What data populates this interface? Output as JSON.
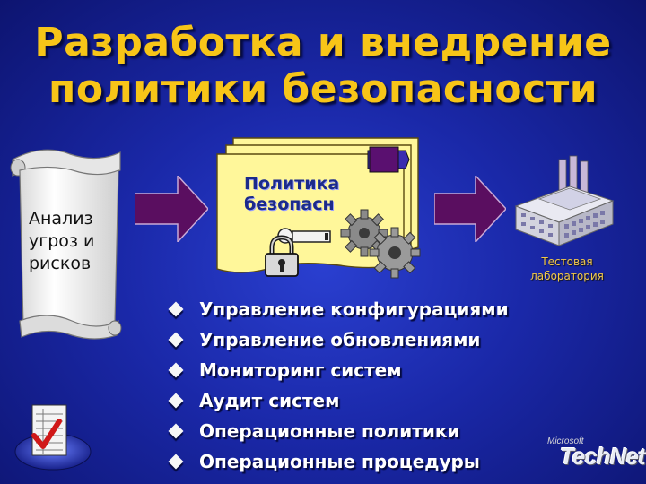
{
  "slide": {
    "title_line1": "Разработка и внедрение",
    "title_line2": "политики безопасности"
  },
  "scroll": {
    "line1": "Анализ",
    "line2": "угроз и",
    "line3": "рисков"
  },
  "policy": {
    "line1": "Политика",
    "line2": "безопасн"
  },
  "lab": {
    "line1": "Тестовая",
    "line2": "лаборатория"
  },
  "bullets": [
    "Управление конфигурациями",
    "Управление обновлениями",
    "Мониторинг систем",
    "Аудит систем",
    "Операционные политики",
    "Операционные процедуры"
  ],
  "logo": {
    "company": "Microsoft",
    "product": "TechNet"
  },
  "icons": {
    "scroll": "parchment-scroll-icon",
    "arrow": "arrow-right-icon",
    "document": "policy-document-icon",
    "lock": "padlock-icon",
    "key": "key-icon",
    "gears": "gears-icon",
    "factory": "factory-icon",
    "checklist": "checklist-icon"
  },
  "colors": {
    "background": "#1a28a8",
    "title": "#f7c518",
    "arrow": "#5a0e60",
    "document": "#fff79a",
    "bullet_text": "#ffffff"
  }
}
